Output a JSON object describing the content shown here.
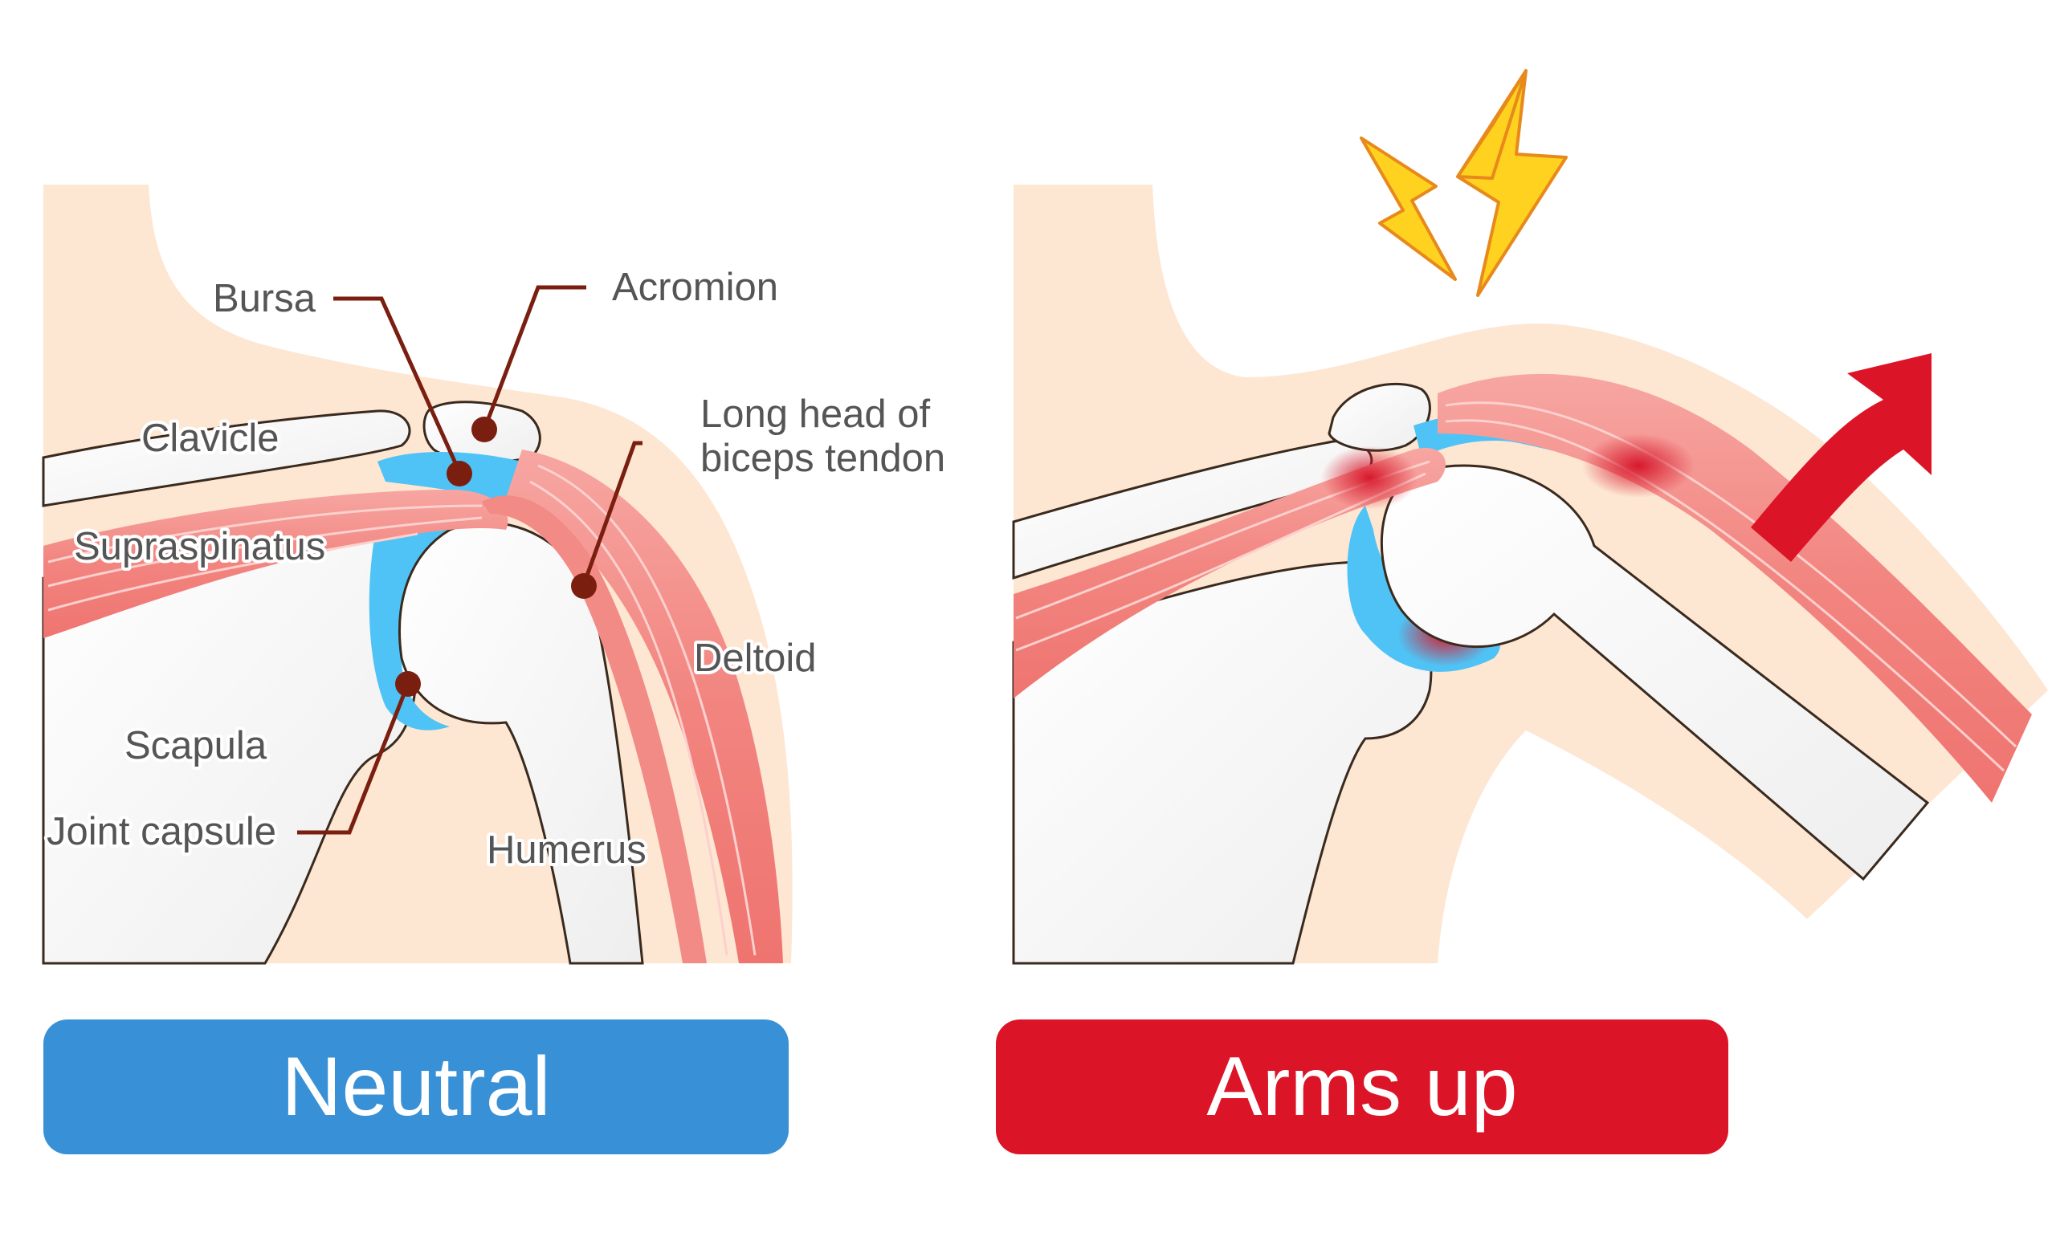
{
  "labels": {
    "bursa": "Bursa",
    "acromion": "Acromion",
    "clavicle": "Clavicle",
    "long_head_line1": "Long head of",
    "long_head_line2": "biceps tendon",
    "supraspinatus": "Supraspinatus",
    "deltoid": "Deltoid",
    "scapula": "Scapula",
    "joint_capsule": "Joint capsule",
    "humerus": "Humerus"
  },
  "buttons": {
    "neutral": "Neutral",
    "arms_up": "Arms up"
  },
  "colors": {
    "skin": "#fde6d2",
    "bone": "#ffffff",
    "muscle": "#f28a86",
    "bursa_blue": "#4fc3f5",
    "leader": "#7a1f10",
    "neutral_button": "#3890d6",
    "arms_up_button": "#dc1427",
    "lightning": "#ffd21f",
    "arrow": "#dc1427"
  }
}
